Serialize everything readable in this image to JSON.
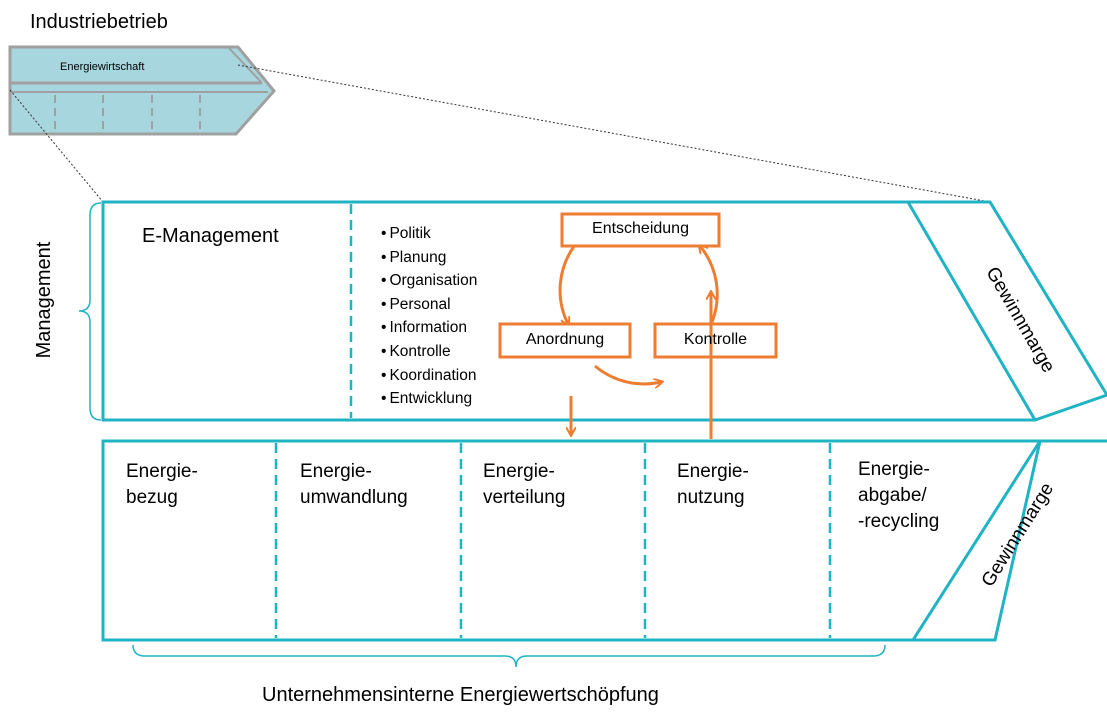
{
  "header": {
    "title": "Industriebetrieb",
    "mini_label": "Energiewirtschaft"
  },
  "management": {
    "side_label": "Management",
    "title": "E-Management",
    "bullets": [
      "Politik",
      "Planung",
      "Organisation",
      "Personal",
      "Information",
      "Kontrolle",
      "Koordination",
      "Entwicklung"
    ],
    "cycle": {
      "top": "Entscheidung",
      "left": "Anordnung",
      "right": "Kontrolle"
    },
    "margin_label": "Gewinnmarge"
  },
  "process": {
    "steps": [
      {
        "line1": "Energie-",
        "line2": "bezug",
        "line3": ""
      },
      {
        "line1": "Energie-",
        "line2": "umwandlung",
        "line3": ""
      },
      {
        "line1": "Energie-",
        "line2": "verteilung",
        "line3": ""
      },
      {
        "line1": "Energie-",
        "line2": "nutzung",
        "line3": ""
      },
      {
        "line1": "Energie-",
        "line2": "abgabe/",
        "line3": "-recycling"
      }
    ],
    "margin_label": "Gewinnmarge"
  },
  "footer": {
    "caption": "Unternehmensinterne Energiewertschöpfung"
  },
  "colors": {
    "teal": "#1fb3c4",
    "orange": "#ee7d31",
    "mini_fill": "#a7d6de",
    "mini_stroke": "#a0a0a0"
  }
}
